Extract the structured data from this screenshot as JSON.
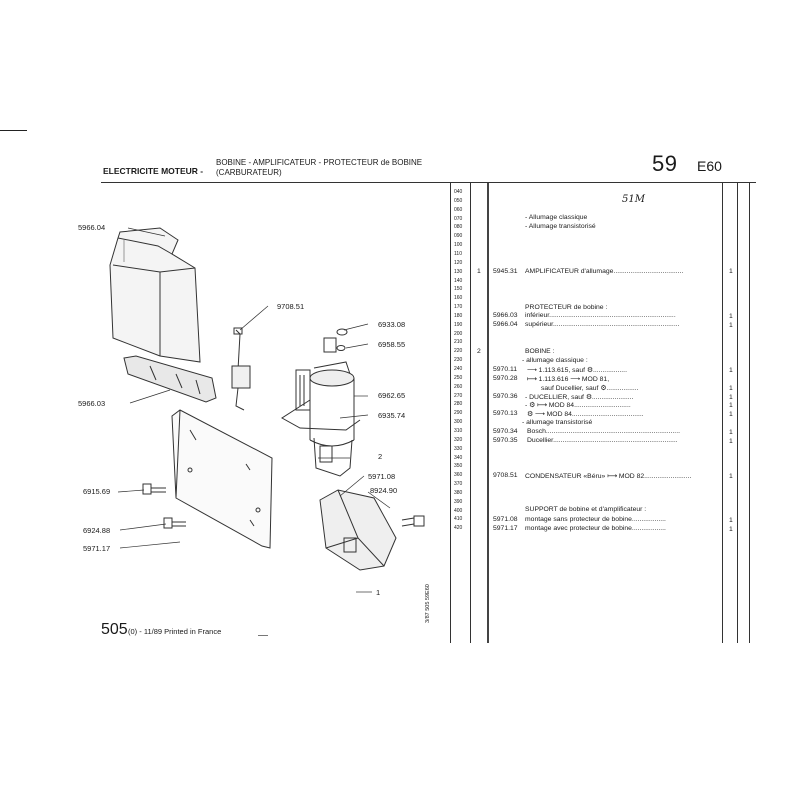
{
  "header": {
    "section": "ELECTRICITE MOTEUR -",
    "title_line1": "BOBINE - AMPLIFICATEUR - PROTECTEUR de BOBINE",
    "title_line2": "(CARBURATEUR)",
    "page_number": "59",
    "section_code": "E60"
  },
  "handwriting": "51M",
  "line_numbers": [
    "040",
    "050",
    "060",
    "070",
    "080",
    "090",
    "100",
    "110",
    "120",
    "130",
    "140",
    "150",
    "160",
    "170",
    "180",
    "190",
    "200",
    "210",
    "220",
    "230",
    "240",
    "250",
    "260",
    "270",
    "280",
    "290",
    "300",
    "310",
    "320",
    "330",
    "340",
    "350",
    "360",
    "370",
    "380",
    "390",
    "400",
    "410",
    "420"
  ],
  "parts": [
    {
      "fig": "",
      "ref": "",
      "desc": "- Allumage classique",
      "qty": ""
    },
    {
      "fig": "",
      "ref": "",
      "desc": "- Allumage transistorisé",
      "qty": ""
    },
    {
      "fig": "1",
      "ref": "5945.31",
      "desc": "AMPLIFICATEUR d'allumage.....................................",
      "qty": "1"
    },
    {
      "fig": "",
      "ref": "",
      "desc": "PROTECTEUR de bobine :",
      "qty": ""
    },
    {
      "fig": "",
      "ref": "5966.03",
      "desc": "inférieur...................................................................",
      "qty": "1"
    },
    {
      "fig": "",
      "ref": "5966.04",
      "desc": "supérieur...................................................................",
      "qty": "1"
    },
    {
      "fig": "2",
      "ref": "",
      "desc": "BOBINE :",
      "qty": ""
    },
    {
      "fig": "",
      "ref": "",
      "desc": "- allumage classique :",
      "qty": ""
    },
    {
      "fig": "",
      "ref": "5970.11",
      "desc": "⟶ 1.113.615, sauf ⚙..................",
      "qty": "1"
    },
    {
      "fig": "",
      "ref": "5970.28",
      "desc": "⟼ 1.113.616 ⟶ MOD 81,",
      "qty": ""
    },
    {
      "fig": "",
      "ref": "",
      "desc": "sauf Ducellier, sauf ⚙.................",
      "qty": "1"
    },
    {
      "fig": "",
      "ref": "5970.36",
      "desc": "- DUCELLIER, sauf ⚙......................",
      "qty": "1"
    },
    {
      "fig": "",
      "ref": "",
      "desc": "- ⚙ ⟼ MOD 84..............................",
      "qty": "1"
    },
    {
      "fig": "",
      "ref": "5970.13",
      "desc": "⚙ ⟶ MOD 84......................................",
      "qty": "1"
    },
    {
      "fig": "",
      "ref": "",
      "desc": "- allumage transistorisé",
      "qty": ""
    },
    {
      "fig": "",
      "ref": "5970.34",
      "desc": "Bosch.......................................................................",
      "qty": "1"
    },
    {
      "fig": "",
      "ref": "5970.35",
      "desc": "Ducellier..................................................................",
      "qty": "1"
    },
    {
      "fig": "",
      "ref": "9708.51",
      "desc": "CONDENSATEUR «Béru» ⟼ MOD 82.........................",
      "qty": "1"
    },
    {
      "fig": "",
      "ref": "",
      "desc": "SUPPORT de bobine et d'amplificateur :",
      "qty": ""
    },
    {
      "fig": "",
      "ref": "5971.08",
      "desc": "montage sans protecteur de bobine..................",
      "qty": "1"
    },
    {
      "fig": "",
      "ref": "5971.17",
      "desc": "montage avec protecteur de bobine..................",
      "qty": "1"
    }
  ],
  "diagram_labels": {
    "l1": "5966.04",
    "l2": "9708.51",
    "l3": "6933.08",
    "l4": "6958.55",
    "l5": "5966.03",
    "l6": "6962.65",
    "l7": "6935.74",
    "l8": "2",
    "l9": "5971.08",
    "l10": "8924.90",
    "l11": "6915.69",
    "l12": "6924.88",
    "l13": "5971.17",
    "l14": "1"
  },
  "footer": {
    "page_code": "505",
    "edition": "(0) - 11/89 Printed in France",
    "vertical_code": "3/87 505 59E60"
  }
}
